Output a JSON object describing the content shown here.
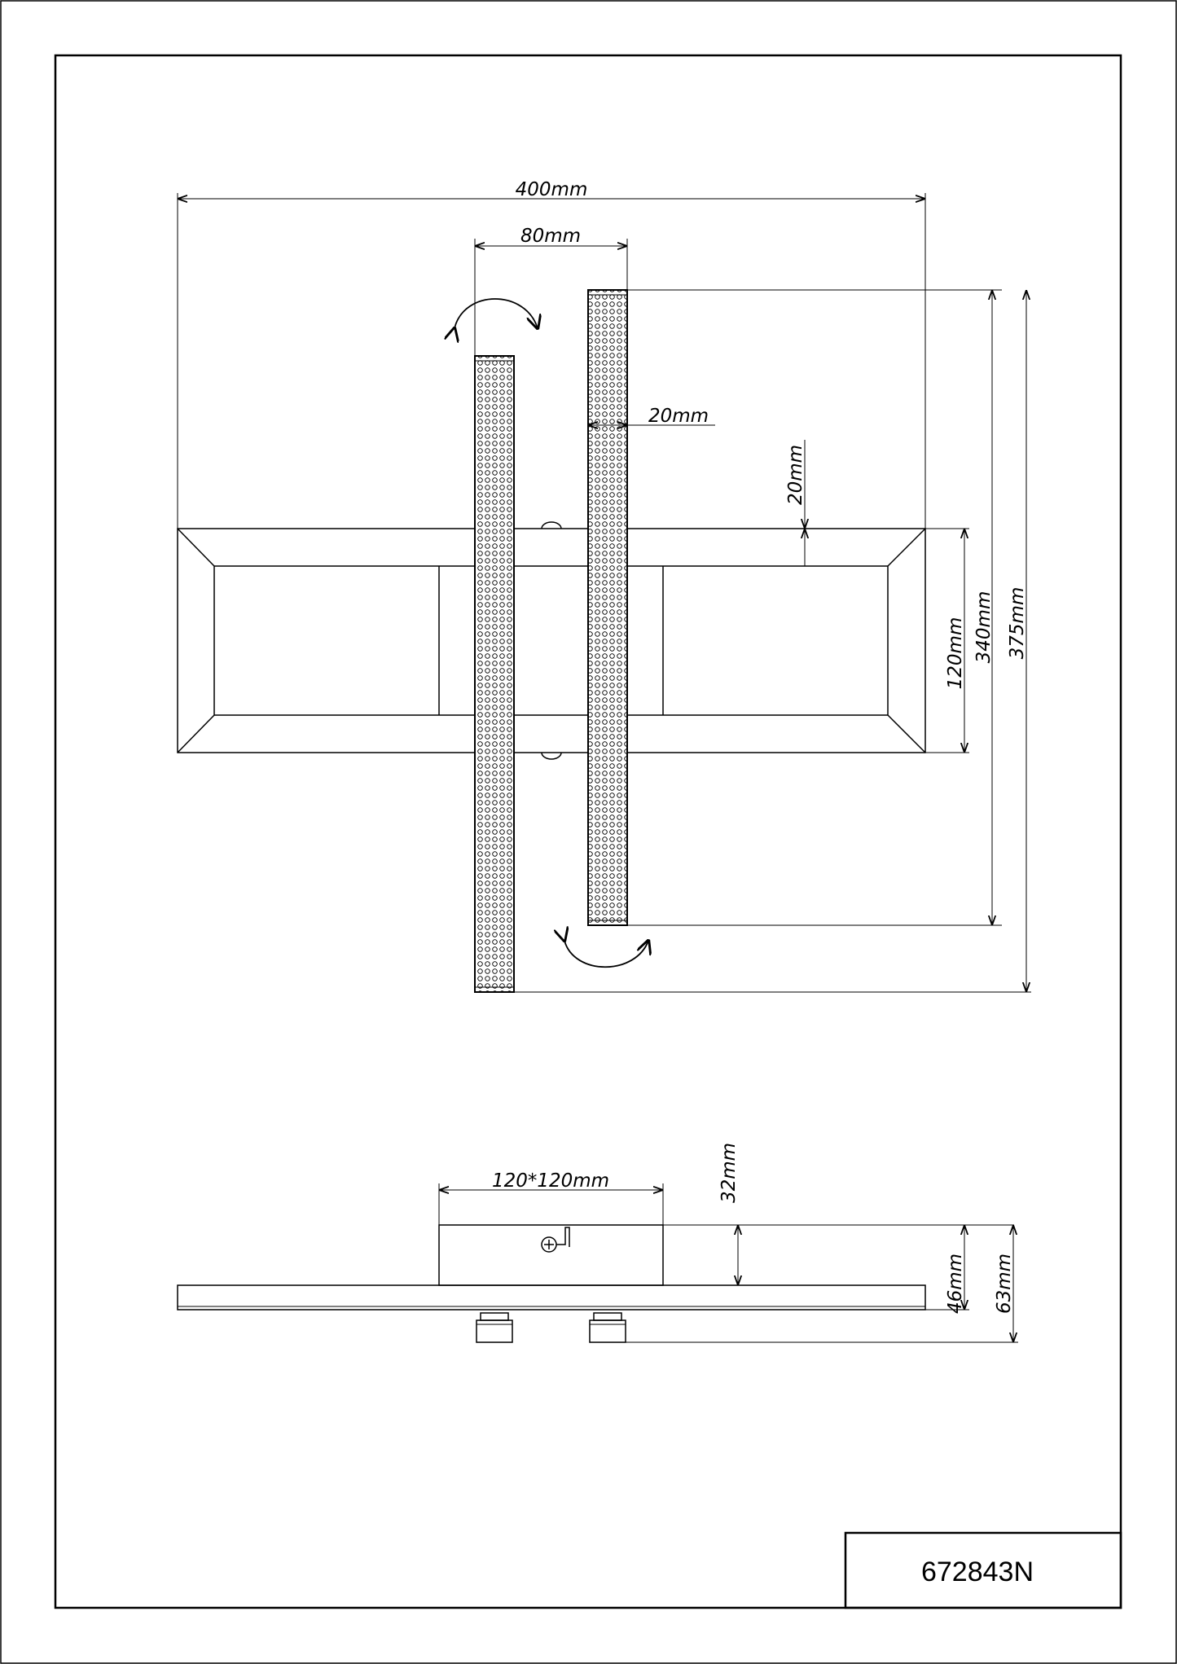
{
  "dimensions": {
    "overall_width": "400mm",
    "spacing": "80mm",
    "bar_width": "20mm",
    "frame_border": "20mm",
    "base_height": "120mm",
    "bar_length_short": "340mm",
    "bar_length_long": "375mm",
    "canopy": "120*120mm",
    "canopy_height": "32mm",
    "body_depth": "46mm",
    "total_depth": "63mm"
  },
  "title_block": {
    "part_number": "672843N"
  },
  "icons": {
    "rotate_top": "rotate-arrow-icon",
    "rotate_bottom": "rotate-arrow-icon",
    "screw": "screw-icon"
  },
  "colors": {
    "line": "#000000",
    "background": "#ffffff"
  }
}
